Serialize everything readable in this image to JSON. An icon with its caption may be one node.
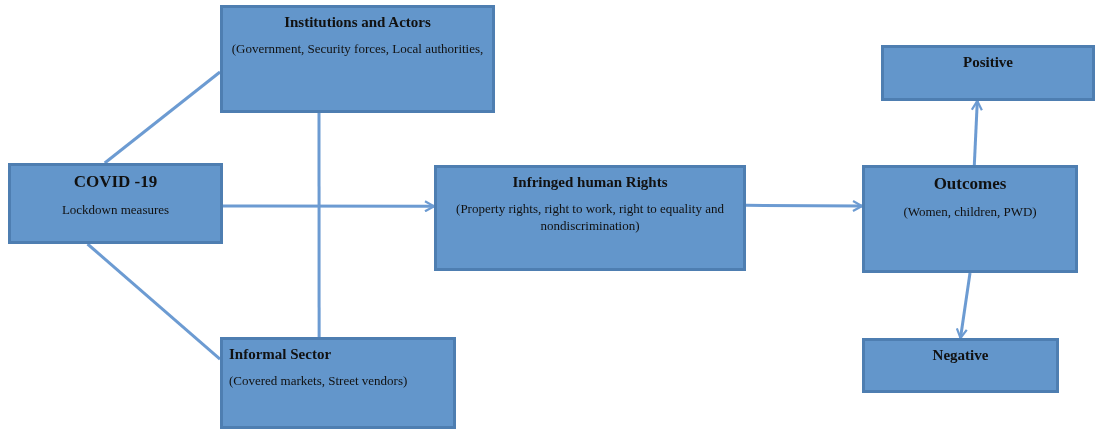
{
  "diagram": {
    "nodes": [
      {
        "text": [
          "Institutions and Actors",
          "(Government, Security forces, Local authorities,"
        ]
      },
      {
        "text": [
          "COVID -19",
          "Lockdown measures"
        ]
      },
      {
        "text": [
          "Infringed human Rights",
          "(Property rights, right to work, right to equality and nondiscrimination)"
        ]
      },
      {
        "text": [
          "Positive"
        ]
      },
      {
        "text": [
          "Outcomes",
          "(Women, children, PWD)"
        ]
      },
      {
        "text": [
          "Informal Sector",
          "(Covered markets, Street vendors)"
        ]
      },
      {
        "text": [
          "Negative"
        ]
      }
    ],
    "edges": [
      {
        "from": 1,
        "to": 0,
        "arrow": "none"
      },
      {
        "from": 1,
        "to": 5,
        "arrow": "none"
      },
      {
        "from": 0,
        "to": 5,
        "arrow": "none"
      },
      {
        "from": 1,
        "to": 2,
        "arrow": "to"
      },
      {
        "from": 2,
        "to": 4,
        "arrow": "to"
      },
      {
        "from": 4,
        "to": 3,
        "arrow": "to"
      },
      {
        "from": 4,
        "to": 6,
        "arrow": "to"
      }
    ]
  }
}
